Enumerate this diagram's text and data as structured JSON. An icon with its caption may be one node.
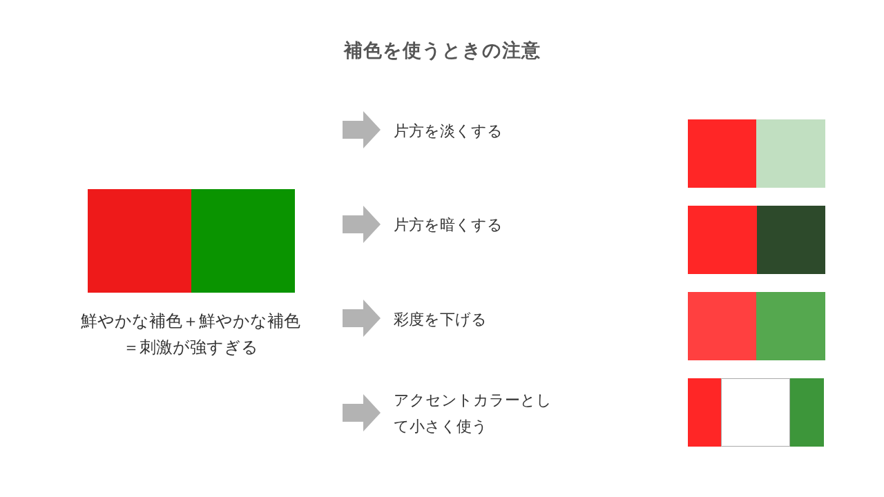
{
  "diagram": {
    "title": "補色を使うときの注意",
    "labels": [
      "鮮やかな補色＋鮮やかな補色＝刺激が強すぎる",
      "片方を淡くする",
      "片方を暗くする",
      "彩度を下げる",
      "アクセントカラーとして小さく使う"
    ]
  }
}
